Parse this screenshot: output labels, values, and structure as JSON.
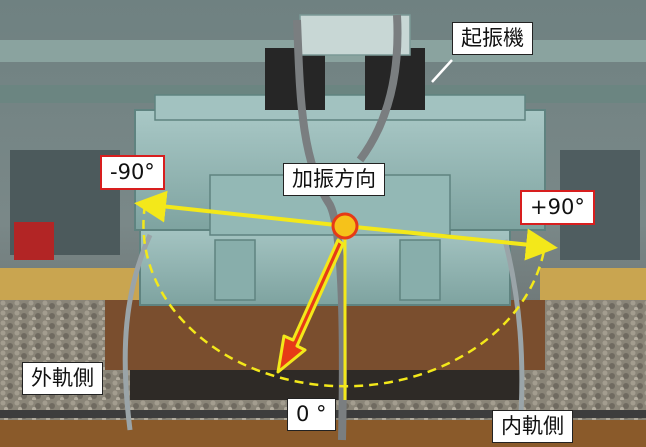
{
  "labels": {
    "shaker": "起振機",
    "excitation_direction": "加振方向",
    "minus_90": "-90°",
    "plus_90": "+90°",
    "zero": "0 °",
    "outer_rail": "外軌側",
    "inner_rail": "内軌側"
  },
  "colors": {
    "arrow_yellow": "#f3e81a",
    "arrow_red": "#e63a17",
    "label_border_red": "#d81e1e",
    "label_border_dark": "#222222",
    "pivot_fill": "#f6c21a",
    "dashed_arc": "#f3e81a"
  }
}
